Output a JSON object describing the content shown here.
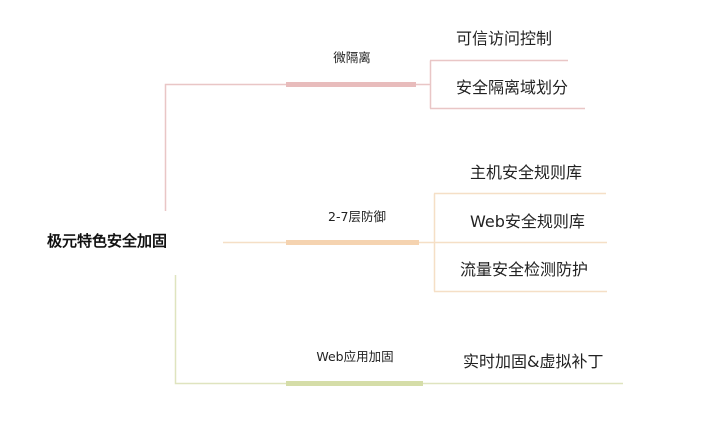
{
  "root": {
    "label": "极元特色安全加固"
  },
  "branches": [
    {
      "label": "微隔离",
      "color": "#e9c6c6",
      "bar_color": "#e8bcbc",
      "children": [
        "可信访问控制",
        "安全隔离域划分"
      ]
    },
    {
      "label": "2-7层防御",
      "color": "#f5dfc6",
      "bar_color": "#f5d3b0",
      "children": [
        "主机安全规则库",
        "Web安全规则库",
        "流量安全检测防护"
      ]
    },
    {
      "label": "Web应用加固",
      "color": "#dfe4bf",
      "bar_color": "#d5dda8",
      "children": [
        "实时加固&虚拟补丁"
      ]
    }
  ]
}
